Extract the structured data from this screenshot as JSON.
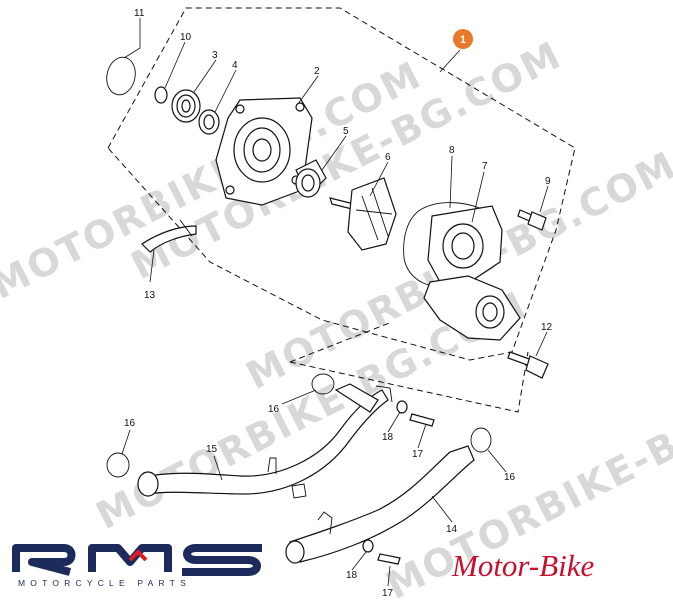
{
  "diagram": {
    "watermarks": [
      "MOTORBIKE-BG.COM",
      "MOTORBIKE-BG.COM",
      "MOTORBIKE-BG.COM",
      "MOTORBIKE-BG.COM",
      "MOTORBIKE-BG.COM"
    ],
    "assembly_badge": "1",
    "badge_color": "#e8782a",
    "callouts": [
      "2",
      "3",
      "4",
      "5",
      "6",
      "7",
      "8",
      "9",
      "10",
      "11",
      "12",
      "13",
      "14",
      "15",
      "16",
      "16",
      "16",
      "17",
      "17",
      "18",
      "18"
    ]
  },
  "branding": {
    "logo_letters": "RMS",
    "logo_tagline": "MOTORCYCLE PARTS",
    "logo_color": "#1c2a5c",
    "logo_accent": "#d62027",
    "brand_text": "Motor-Bike",
    "brand_color": "#c8102e"
  }
}
